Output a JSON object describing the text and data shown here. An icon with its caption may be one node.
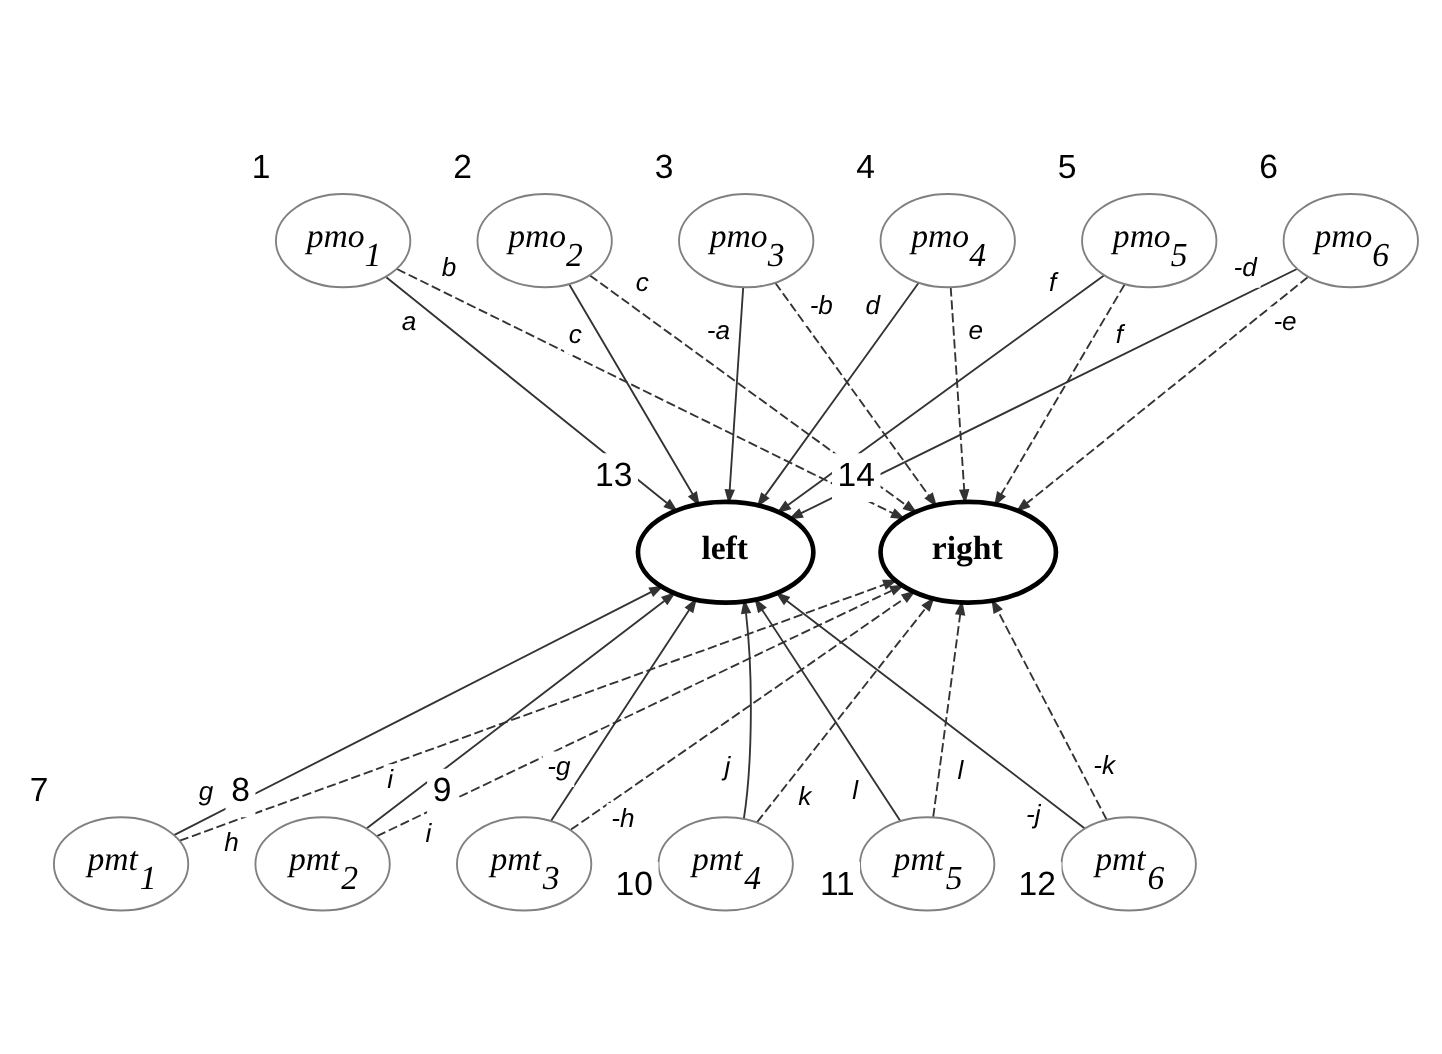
{
  "diagram": {
    "nodes": [
      {
        "text": [
          "pmo$_{1}$"
        ],
        "beside": [
          "1"
        ]
      },
      {
        "text": [
          "pmo$_{2}$"
        ],
        "beside": [
          "2"
        ]
      },
      {
        "text": [
          "pmo$_{3}$"
        ],
        "beside": [
          "3"
        ]
      },
      {
        "text": [
          "pmo$_{4}$"
        ],
        "beside": [
          "4"
        ]
      },
      {
        "text": [
          "pmo$_{5}$"
        ],
        "beside": [
          "5"
        ]
      },
      {
        "text": [
          "pmo$_{6}$"
        ],
        "beside": [
          "6"
        ]
      },
      {
        "text": [
          "pmt$_{1}$"
        ],
        "beside": [
          "7"
        ]
      },
      {
        "text": [
          "pmt$_{2}$"
        ],
        "beside": [
          "8"
        ]
      },
      {
        "text": [
          "pmt$_{3}$"
        ],
        "beside": [
          "9"
        ]
      },
      {
        "text": [
          "pmt$_{4}$"
        ],
        "beside": [
          "10"
        ]
      },
      {
        "text": [
          "pmt$_{5}$"
        ],
        "beside": [
          "11"
        ]
      },
      {
        "text": [
          "pmt$_{6}$"
        ],
        "beside": [
          "12"
        ]
      },
      {
        "text": [
          "left"
        ],
        "beside": [
          "13"
        ]
      },
      {
        "text": [
          "right"
        ],
        "beside": [
          "14"
        ]
      }
    ],
    "edges": [
      {
        "from": 0,
        "to": 12,
        "arrow": "to",
        "label": "a"
      },
      {
        "from": 0,
        "to": 13,
        "arrow": "to",
        "label": "b",
        "style": "dashed"
      },
      {
        "from": 1,
        "to": 12,
        "arrow": "to",
        "label": "c"
      },
      {
        "from": 1,
        "to": 13,
        "arrow": "to",
        "label": "c",
        "style": "dashed"
      },
      {
        "from": 2,
        "to": 12,
        "arrow": "to",
        "label": "-a"
      },
      {
        "from": 2,
        "to": 13,
        "arrow": "to",
        "label": "-b",
        "style": "dashed"
      },
      {
        "from": 3,
        "to": 12,
        "arrow": "to",
        "label": "d"
      },
      {
        "from": 3,
        "to": 13,
        "arrow": "to",
        "label": "e",
        "style": "dashed"
      },
      {
        "from": 4,
        "to": 12,
        "arrow": "to",
        "label": "f"
      },
      {
        "from": 4,
        "to": 13,
        "arrow": "to",
        "label": "f",
        "style": "dashed"
      },
      {
        "from": 5,
        "to": 12,
        "arrow": "to",
        "label": "-d"
      },
      {
        "from": 5,
        "to": 13,
        "arrow": "to",
        "label": "-e",
        "style": "dashed"
      },
      {
        "from": 6,
        "to": 12,
        "arrow": "to",
        "label": "g"
      },
      {
        "from": 6,
        "to": 13,
        "arrow": "to",
        "label": "h",
        "style": "dashed"
      },
      {
        "from": 7,
        "to": 12,
        "arrow": "to",
        "label": "i"
      },
      {
        "from": 7,
        "to": 13,
        "arrow": "to",
        "label": "i",
        "style": "dashed"
      },
      {
        "from": 8,
        "to": 12,
        "arrow": "to",
        "label": "-g"
      },
      {
        "from": 8,
        "to": 13,
        "arrow": "to",
        "label": "-h",
        "style": "dashed"
      },
      {
        "from": 9,
        "to": 12,
        "arrow": "to",
        "label": "j"
      },
      {
        "from": 9,
        "to": 13,
        "arrow": "to",
        "label": "k",
        "style": "dashed"
      },
      {
        "from": 10,
        "to": 12,
        "arrow": "to",
        "label": "l"
      },
      {
        "from": 10,
        "to": 13,
        "arrow": "to",
        "label": "l",
        "style": "dashed"
      },
      {
        "from": 11,
        "to": 12,
        "arrow": "to",
        "label": "-j"
      },
      {
        "from": 11,
        "to": 13,
        "arrow": "to",
        "label": "-k",
        "style": "dashed"
      }
    ]
  }
}
